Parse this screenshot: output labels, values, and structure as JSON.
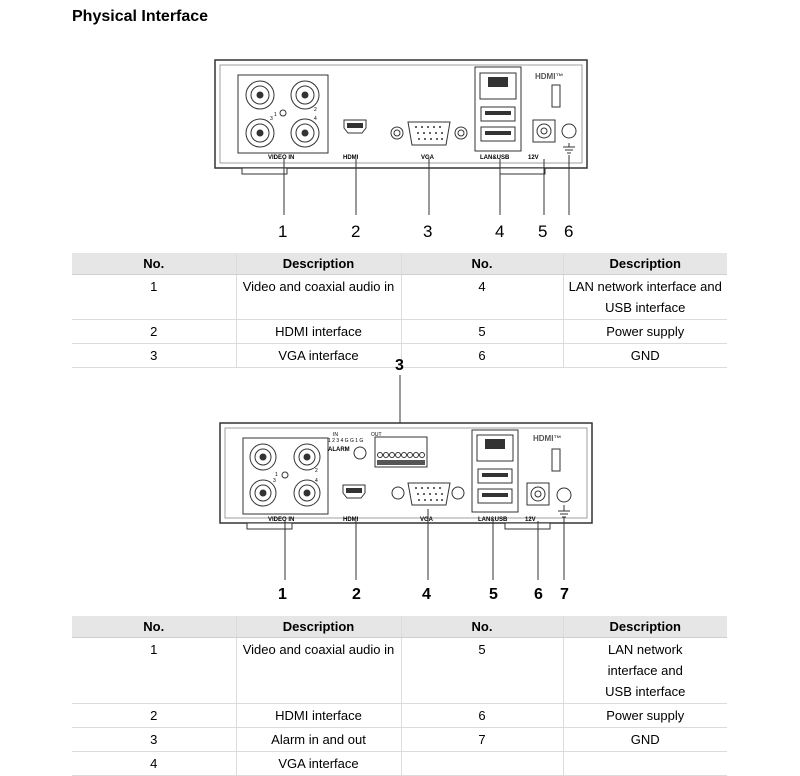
{
  "section_title": "Physical Interface",
  "figure1": {
    "panel_labels": {
      "video_in": "VIDEO IN",
      "hdmi": "HDMI",
      "vga": "VGA",
      "lan_usb": "LAN&USB",
      "power": "12V",
      "hdmi_logo": "HDMI™",
      "bnc_numbers": [
        "1",
        "2",
        "3",
        "4"
      ]
    },
    "callouts": [
      "1",
      "2",
      "3",
      "4",
      "5",
      "6"
    ]
  },
  "table1": {
    "headers": [
      "No.",
      "Description",
      "No.",
      "Description"
    ],
    "rows": [
      {
        "no1": "1",
        "desc1": "Video and coaxial audio in",
        "no2": "4",
        "desc2": "LAN network interface and USB interface"
      },
      {
        "no1": "2",
        "desc1": "HDMI interface",
        "no2": "5",
        "desc2": "Power supply"
      },
      {
        "no1": "3",
        "desc1": "VGA interface",
        "no2": "6",
        "desc2": "GND"
      }
    ]
  },
  "figure2": {
    "top_callout": "3",
    "panel_labels": {
      "video_in": "VIDEO IN",
      "hdmi": "HDMI",
      "vga": "VGA",
      "lan_usb": "LAN&USB",
      "power": "12V",
      "hdmi_logo": "HDMI™",
      "alarm_in": "IN",
      "alarm_out": "OUT",
      "alarm_pins": "1 2 3 4 G G 1 G",
      "alarm": "ALARM",
      "bnc_numbers": [
        "1",
        "2",
        "3",
        "4"
      ]
    },
    "callouts": [
      "1",
      "2",
      "4",
      "5",
      "6",
      "7"
    ]
  },
  "table2": {
    "headers": [
      "No.",
      "Description",
      "No.",
      "Description"
    ],
    "rows": [
      {
        "no1": "1",
        "desc1": "Video and coaxial audio in",
        "no2": "5",
        "desc2": "LAN network interface and USB interface"
      },
      {
        "no1": "2",
        "desc1": "HDMI interface",
        "no2": "6",
        "desc2": "Power supply"
      },
      {
        "no1": "3",
        "desc1": "Alarm in and out",
        "no2": "7",
        "desc2": "GND"
      },
      {
        "no1": "4",
        "desc1": "VGA interface",
        "no2": "",
        "desc2": ""
      }
    ]
  }
}
